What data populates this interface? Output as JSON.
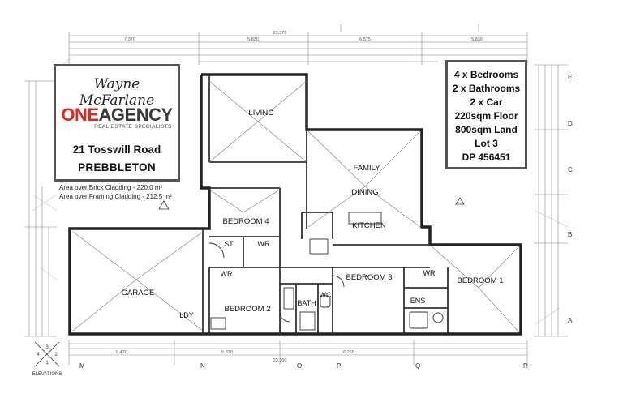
{
  "agent": {
    "name": "Wayne McFarlane",
    "brand_one": "ONE",
    "brand_agency": "AGENCY",
    "brand_sub": "REAL ESTATE SPECIALISTS",
    "address_street": "21 Tosswill Road",
    "address_suburb": "PREBBLETON"
  },
  "specs": [
    "4 x Bedrooms",
    "2 x Bathrooms",
    "2 x Car",
    "220sqm Floor",
    "800sqm Land",
    "Lot 3",
    "DP 456451"
  ],
  "areas": {
    "brick": "Area over Brick Cladding - 220.0 m²",
    "framing": "Area over Framing Cladding - 212.5 m²"
  },
  "rooms": {
    "living": "LIVING",
    "family": "FAMILY",
    "dining": "DINING",
    "kitchen": "KITCHEN",
    "bedroom4": "BEDROOM 4",
    "st": "ST",
    "wr1": "WR",
    "garage": "GARAGE",
    "ldy": "LDY",
    "wr2": "WR",
    "bedroom2": "BEDROOM 2",
    "bath": "BATH",
    "wc": "WC",
    "bedroom3": "BEDROOM 3",
    "wr3": "WR",
    "bedroom1": "BEDROOM 1",
    "ens": "ENS"
  },
  "dimensions": {
    "overall_width": "23,370",
    "top_left": "7,370",
    "top_mid": "5,830",
    "top_right": "6,575",
    "top_far": "5,830",
    "bottom_overall": "23,760",
    "bottom_left": "5,470",
    "bottom_mid": "5,330",
    "bottom_right": "6,255"
  },
  "grid_letters": {
    "bottom": [
      "M",
      "N",
      "O",
      "P",
      "Q",
      "R"
    ],
    "right": [
      "E",
      "D",
      "C",
      "B",
      "A"
    ]
  },
  "elevations": {
    "label": "ELEVATIONS",
    "numbers": [
      "3",
      "4",
      "2",
      "1"
    ]
  }
}
